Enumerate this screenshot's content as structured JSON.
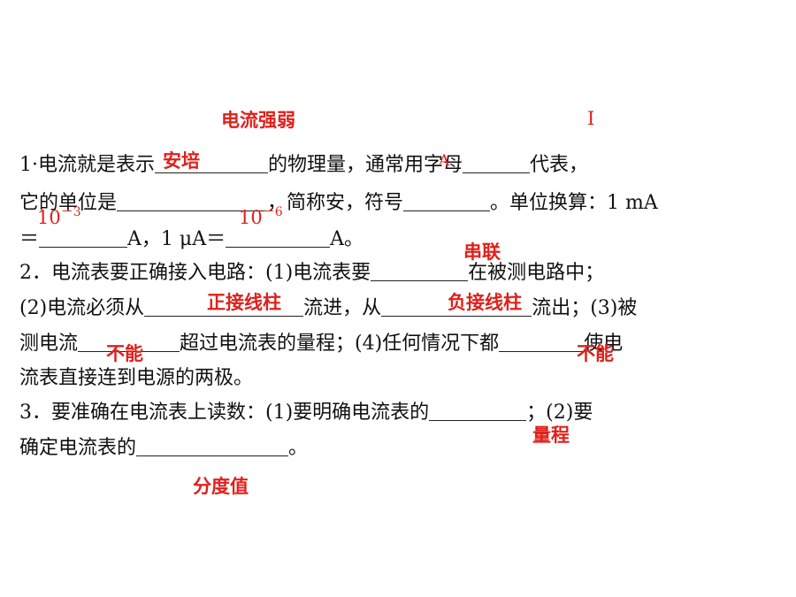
{
  "q1": {
    "l1_a": "1·电流就是表示",
    "l1_b": "的物理量，通常用字母",
    "l1_c": "代表，",
    "l2_a": "它的单位是",
    "l2_b": "，简称安，符号",
    "l2_c": "。单位换算：1 mA",
    "l3_a": "＝",
    "l3_b": "A，1 μA＝",
    "l3_c": "A。"
  },
  "q2": {
    "l1_a": "2．电流表要正确接入电路：(1)电流表要",
    "l1_b": "在被测电路中；",
    "l2_a": "(2)电流必须从",
    "l2_b": "流进，从",
    "l2_c": "流出；(3)被",
    "l3_a": "测电流",
    "l3_b": "超过电流表的量程；(4)任何情况下都",
    "l3_c": "使电",
    "l4": "流表直接连到电源的两极。"
  },
  "q3": {
    "l1_a": "3．要准确在电流表上读数：(1)要明确电流表的",
    "l1_b": "；(2)要",
    "l2_a": "确定电流表的",
    "l2_b": "。"
  },
  "answers": {
    "current_strength": "电流强弱",
    "symbol_I": "I",
    "ampere": "安培",
    "symbol_A": "A",
    "ten_neg3_base": "10",
    "ten_neg3_exp": "－3",
    "ten_neg6_base": "10",
    "ten_neg6_exp": "－6",
    "series": "串联",
    "positive_terminal": "正接线柱",
    "negative_terminal": "负接线柱",
    "cannot_1": "不能",
    "cannot_2": "不能",
    "range": "量程",
    "division_value": "分度值"
  },
  "colors": {
    "answer": "#e0201b",
    "text": "#111111"
  }
}
